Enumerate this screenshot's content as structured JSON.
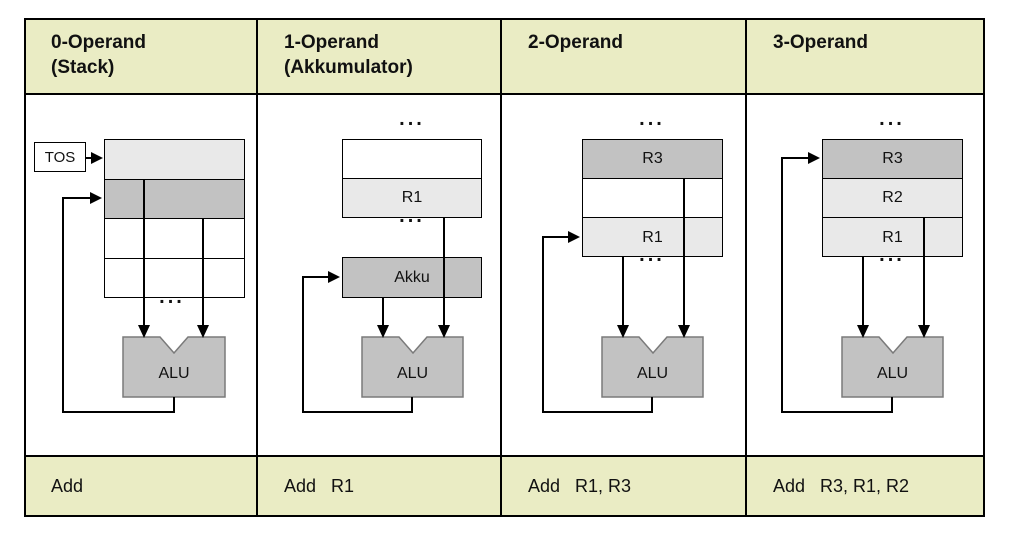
{
  "diagram": "instruction-set-architecture-operand-comparison",
  "ellipsis": "...",
  "tos_label": "TOS",
  "columns": [
    {
      "header": [
        "0-Operand",
        "(Stack)"
      ],
      "instruction": "Add",
      "alu": "ALU",
      "rows": [
        "",
        "",
        "",
        ""
      ]
    },
    {
      "header": [
        "1-Operand",
        "(Akkumulator)"
      ],
      "instruction": "Add   R1",
      "alu": "ALU",
      "akku": "Akku",
      "rows": [
        "",
        "R1"
      ]
    },
    {
      "header": [
        "2-Operand"
      ],
      "instruction": "Add   R1, R3",
      "alu": "ALU",
      "rows": [
        "R3",
        "",
        "R1"
      ]
    },
    {
      "header": [
        "3-Operand"
      ],
      "instruction": "Add   R3, R1, R2",
      "alu": "ALU",
      "rows": [
        "R3",
        "R2",
        "R1"
      ]
    }
  ],
  "colors": {
    "header_bg": "#EAECC4",
    "row_light": "#E9E9E9",
    "row_medium": "#C2C2C2",
    "alu_fill": "#C2C2C2",
    "alu_border": "#7A7A7A",
    "line": "#000000"
  }
}
